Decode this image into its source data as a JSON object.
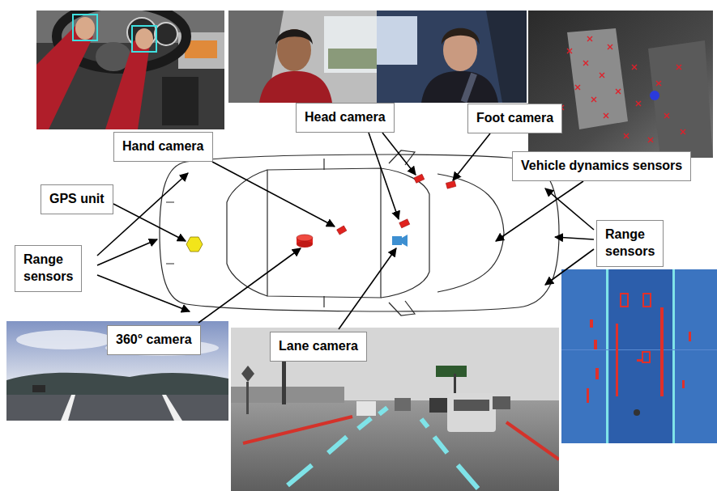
{
  "diagram": {
    "nodes": [
      {
        "text": [
          "Hand camera"
        ]
      },
      {
        "text": [
          "Head camera"
        ]
      },
      {
        "text": [
          "Foot camera"
        ]
      },
      {
        "text": [
          "Vehicle dynamics sensors"
        ]
      },
      {
        "text": [
          "GPS unit"
        ]
      },
      {
        "text": [
          "Range sensors"
        ]
      },
      {
        "text": [
          "Range sensors"
        ]
      },
      {
        "text": [
          "360° camera"
        ]
      },
      {
        "text": [
          "Lane camera"
        ]
      }
    ]
  }
}
